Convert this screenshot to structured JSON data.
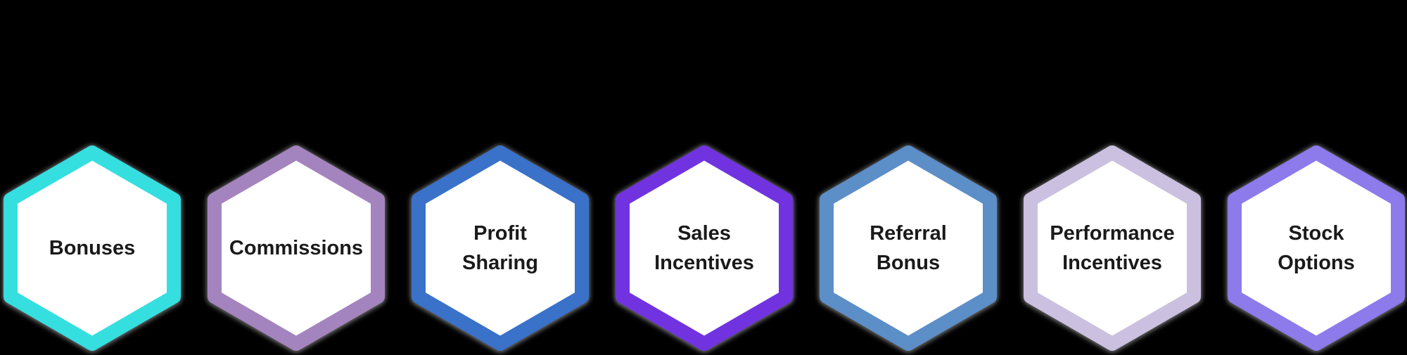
{
  "background_color": "#000000",
  "text_color": "#1a1a1a",
  "shadow_color": "#808080",
  "fill_color": "#ffffff",
  "hexagons": [
    {
      "label": "Bonuses",
      "lines": [
        "Bonuses"
      ],
      "color": "#35dfe0"
    },
    {
      "label": "Commissions",
      "lines": [
        "Commissions"
      ],
      "color": "#a484be"
    },
    {
      "label": "Profit Sharing",
      "lines": [
        "Profit",
        "Sharing"
      ],
      "color": "#3a71c9"
    },
    {
      "label": "Sales Incentives",
      "lines": [
        "Sales",
        "Incentives"
      ],
      "color": "#7133e0"
    },
    {
      "label": "Referral Bonus",
      "lines": [
        "Referral",
        "Bonus"
      ],
      "color": "#5c8ec8"
    },
    {
      "label": "Performance Incentives",
      "lines": [
        "Performance",
        "Incentives"
      ],
      "color": "#ccc0e0"
    },
    {
      "label": "Stock Options",
      "lines": [
        "Stock",
        "Options"
      ],
      "color": "#8d7aeb"
    }
  ]
}
